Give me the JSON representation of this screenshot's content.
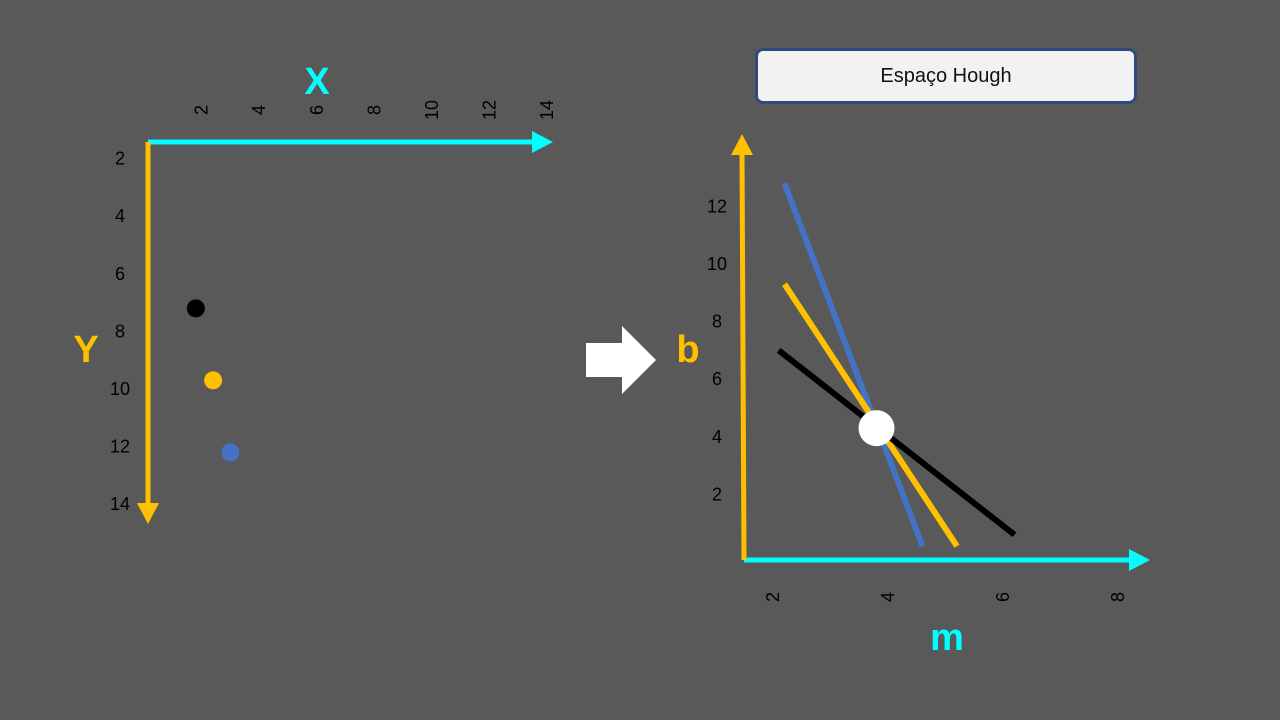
{
  "title": "Espaço Hough",
  "image_space": {
    "x_axis_label": "X",
    "y_axis_label": "Y",
    "x_ticks": [
      "2",
      "4",
      "6",
      "8",
      "10",
      "12",
      "14"
    ],
    "y_ticks": [
      "2",
      "4",
      "6",
      "8",
      "10",
      "12",
      "14"
    ],
    "points": [
      {
        "x": 1.8,
        "y": 7.2,
        "color": "#000000"
      },
      {
        "x": 2.4,
        "y": 9.7,
        "color": "#ffc000"
      },
      {
        "x": 3.0,
        "y": 12.2,
        "color": "#4472c4"
      }
    ]
  },
  "hough_space": {
    "x_axis_label": "m",
    "y_axis_label": "b",
    "m_ticks": [
      "2",
      "4",
      "6",
      "8"
    ],
    "b_ticks": [
      "2",
      "4",
      "6",
      "8",
      "10",
      "12"
    ],
    "lines": [
      {
        "color": "#4472c4",
        "from": [
          2.2,
          12.8
        ],
        "to": [
          4.6,
          0.2
        ]
      },
      {
        "color": "#ffc000",
        "from": [
          2.2,
          9.3
        ],
        "to": [
          5.2,
          0.2
        ]
      },
      {
        "color": "#000000",
        "from": [
          2.1,
          7.0
        ],
        "to": [
          6.2,
          0.6
        ]
      }
    ],
    "intersection": {
      "m": 3.8,
      "b": 4.3,
      "color": "#ffffff"
    }
  },
  "colors": {
    "background": "#595959",
    "cyan_axis": "#00ffff",
    "yellow_axis": "#ffc000",
    "arrow": "#ffffff"
  }
}
